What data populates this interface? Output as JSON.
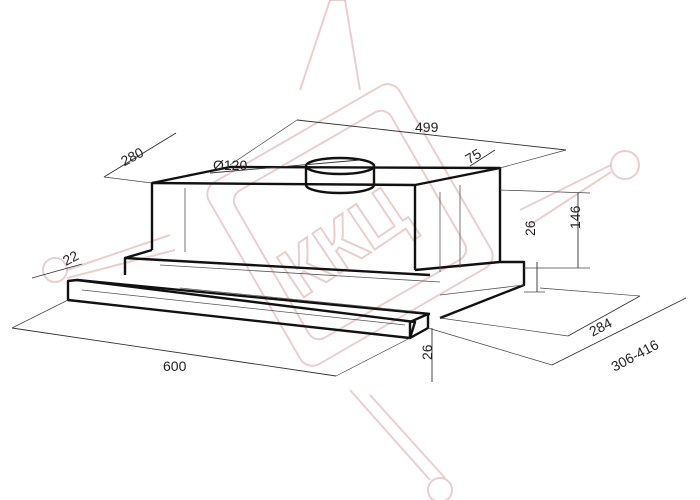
{
  "dimensions": {
    "width_top": "499",
    "depth_body": "280",
    "duct_diameter": "Ø120",
    "duct_offset": "75",
    "height_body": "146",
    "panel_step": "26",
    "panel_front_depth": "22",
    "width_front": "600",
    "front_height": "26",
    "depth_total": "284",
    "extension_range": "306-416"
  },
  "watermark": {
    "text": "ККЦ"
  },
  "colors": {
    "line": "#111111",
    "watermark": "#d7a8a8",
    "background": "#ffffff"
  }
}
